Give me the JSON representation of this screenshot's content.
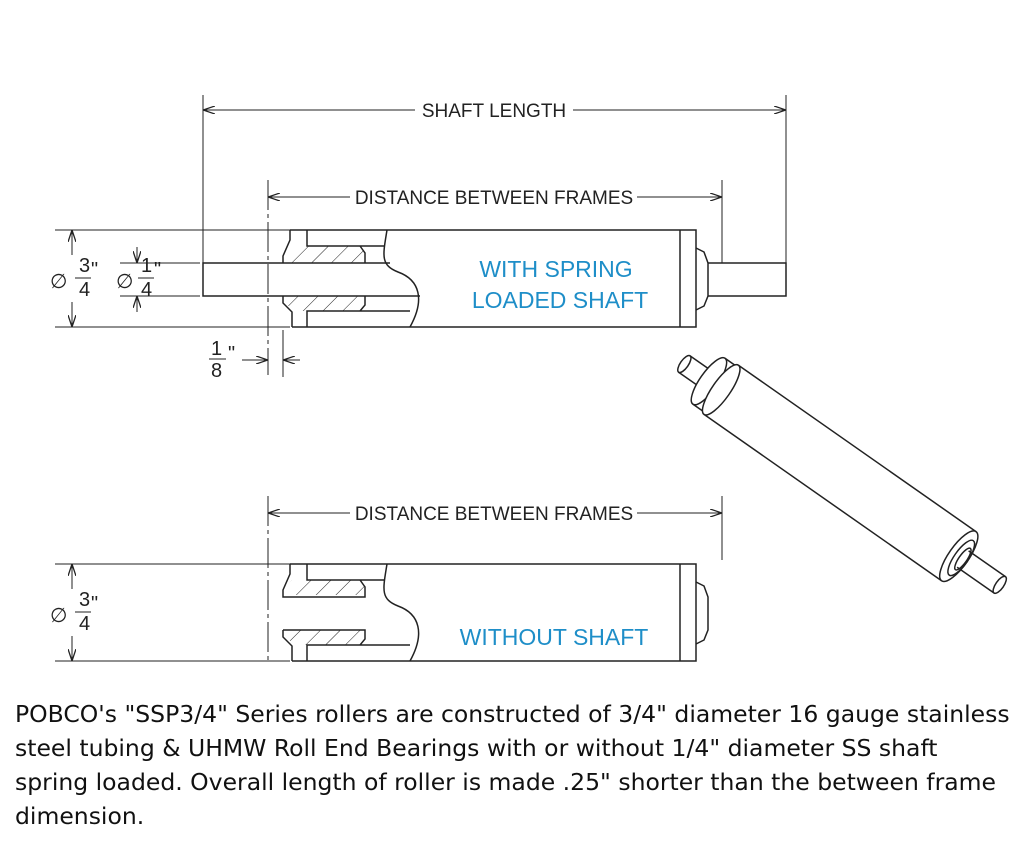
{
  "top_drawing": {
    "shaft_length_label": "SHAFT LENGTH",
    "distance_label": "DISTANCE BETWEEN FRAMES",
    "variant_line1": "WITH SPRING",
    "variant_line2": "LOADED SHAFT",
    "outer_dia": {
      "symbol": "∅",
      "num": "3",
      "den": "4",
      "unit": "\""
    },
    "shaft_dia": {
      "symbol": "∅",
      "num": "1",
      "den": "4",
      "unit": "\""
    },
    "gap": {
      "num": "1",
      "den": "8",
      "unit": "\""
    }
  },
  "bottom_drawing": {
    "distance_label": "DISTANCE BETWEEN FRAMES",
    "variant_label": "WITHOUT SHAFT",
    "outer_dia": {
      "symbol": "∅",
      "num": "3",
      "den": "4",
      "unit": "\""
    }
  },
  "colors": {
    "accent": "#1e8ec8"
  },
  "description": "POBCO's \"SSP3/4\" Series rollers are constructed of 3/4\" diameter 16 gauge stainless steel tubing & UHMW Roll End Bearings with or without 1/4\" diameter SS shaft spring loaded. Overall length of roller is made .25\" shorter than the between frame dimension."
}
